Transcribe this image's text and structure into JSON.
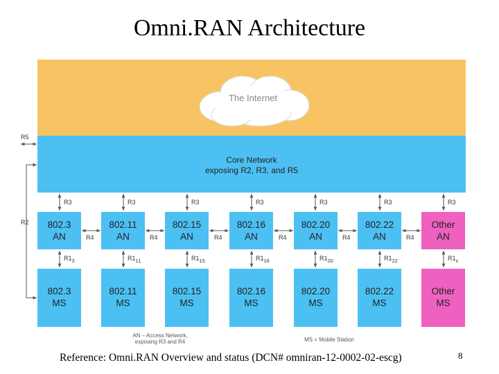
{
  "title": "Omni.RAN Architecture",
  "internet_label": "The Internet",
  "core": {
    "line1": "Core Network",
    "line2": "exposing R2, R3, and R5"
  },
  "ref_left": {
    "r5": "R5",
    "r2": "R2"
  },
  "columns": [
    {
      "an": [
        "802.3",
        "AN"
      ],
      "ms": [
        "802.3",
        "MS"
      ],
      "r3": "R3",
      "r1": "R1",
      "r1sub": "3"
    },
    {
      "an": [
        "802.11",
        "AN"
      ],
      "ms": [
        "802.11",
        "MS"
      ],
      "r3": "R3",
      "r1": "R1",
      "r1sub": "11"
    },
    {
      "an": [
        "802.15",
        "AN"
      ],
      "ms": [
        "802.15",
        "MS"
      ],
      "r3": "R3",
      "r1": "R1",
      "r1sub": "15"
    },
    {
      "an": [
        "802.16",
        "AN"
      ],
      "ms": [
        "802.16",
        "MS"
      ],
      "r3": "R3",
      "r1": "R1",
      "r1sub": "16"
    },
    {
      "an": [
        "802.20",
        "AN"
      ],
      "ms": [
        "802.20",
        "MS"
      ],
      "r3": "R3",
      "r1": "R1",
      "r1sub": "20"
    },
    {
      "an": [
        "802.22",
        "AN"
      ],
      "ms": [
        "802.22",
        "MS"
      ],
      "r3": "R3",
      "r1": "R1",
      "r1sub": "22"
    },
    {
      "an": [
        "Other",
        "AN"
      ],
      "ms": [
        "Other",
        "MS"
      ],
      "r3": "R3",
      "r1": "R1",
      "r1sub": "x"
    }
  ],
  "r4_label": "R4",
  "notes": {
    "an_line1": "AN – Access Network,",
    "an_line2": "exposing R3 and R4",
    "ms": "MS = Mobile Station"
  },
  "footer": "Reference: Omni.RAN Overview and status (DCN# omniran-12-0002-02-escg)",
  "page_number": "8",
  "colors": {
    "internet": "#f8c463",
    "blue": "#4cc0f2",
    "pink": "#ee61c0"
  }
}
